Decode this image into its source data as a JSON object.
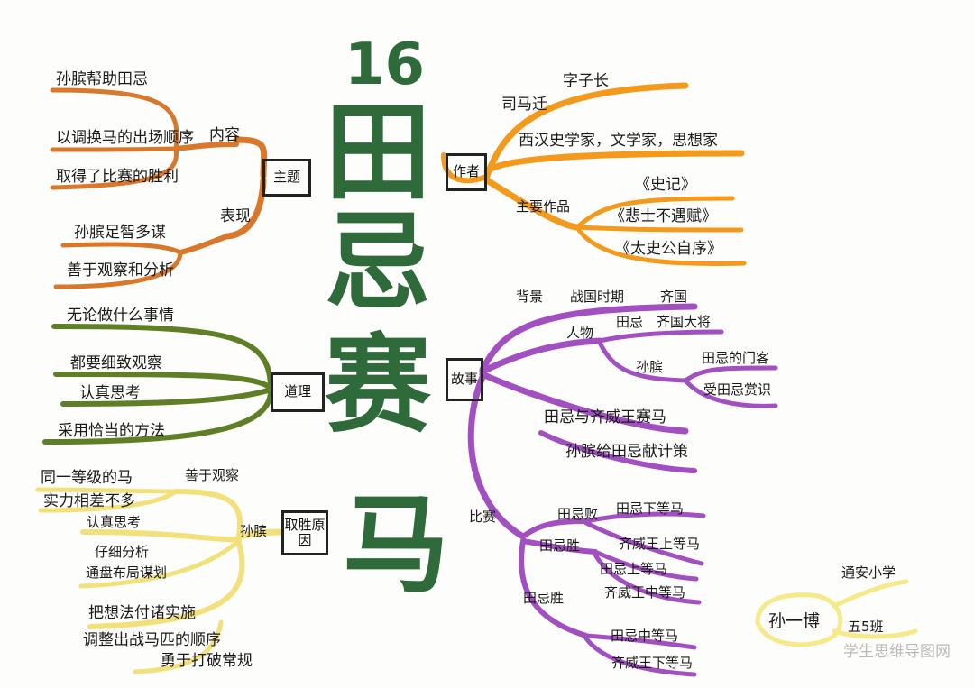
{
  "title": {
    "number": "16",
    "chars": [
      "田",
      "忌",
      "赛",
      "马"
    ]
  },
  "colors": {
    "title": "#2f6b3a",
    "theme_branch": "#d9782a",
    "author_branch": "#f39a1c",
    "reason_branch": "#5f7f26",
    "story_branch": "#a24fc2",
    "win_branch": "#f2e07a",
    "signature_branch": "#f5e98a"
  },
  "theme": {
    "box": "主题",
    "content_label": "内容",
    "content_items": [
      "孙膑帮助田忌",
      "以调换马的出场顺序",
      "取得了比赛的胜利"
    ],
    "expression_label": "表现",
    "expression_items": [
      "孙膑足智多谋",
      "善于观察和分析"
    ]
  },
  "reason": {
    "box": "道理",
    "items": [
      "无论做什么事情",
      "都要细致观察",
      "认真思考",
      "采用恰当的方法"
    ]
  },
  "win": {
    "box": "取胜原因",
    "person": "孙膑",
    "observe": "善于观察",
    "observe_items": [
      "同一等级的马",
      "实力相差不多"
    ],
    "think": "认真思考",
    "think_items": [
      "仔细分析",
      "通盘布局谋划"
    ],
    "act_items": [
      "把想法付诸实施",
      "调整出战马匹的顺序",
      "勇于打破常规"
    ]
  },
  "author": {
    "box": "作者",
    "name": "司马迁",
    "courtesy": "字子长",
    "desc": "西汉史学家，文学家，思想家",
    "works_label": "主要作品",
    "works": [
      "《史记》",
      "《悲士不遇赋》",
      "《太史公自序》"
    ]
  },
  "story": {
    "box": "故事",
    "background_label": "背景",
    "background_period": "战国时期",
    "background_state": "齐国",
    "people_label": "人物",
    "tianji": "田忌",
    "tianji_desc": "齐国大将",
    "sunbin": "孙膑",
    "sunbin_desc": [
      "田忌的门客",
      "受田忌赏识"
    ],
    "plot": [
      "田忌与齐威王赛马",
      "孙膑给田忌献计策"
    ],
    "race_label": "比赛",
    "rounds": [
      {
        "result": "田忌败",
        "items": [
          "田忌下等马",
          "齐威王上等马"
        ]
      },
      {
        "result": "田忌胜",
        "items": [
          "田忌上等马",
          "齐威王中等马"
        ]
      },
      {
        "result": "田忌胜",
        "items": [
          "田忌中等马",
          "齐威王下等马"
        ]
      }
    ]
  },
  "signature": {
    "name": "孙一博",
    "school": "通安小学",
    "class": "五5班"
  },
  "watermark": "学生思维导图网"
}
